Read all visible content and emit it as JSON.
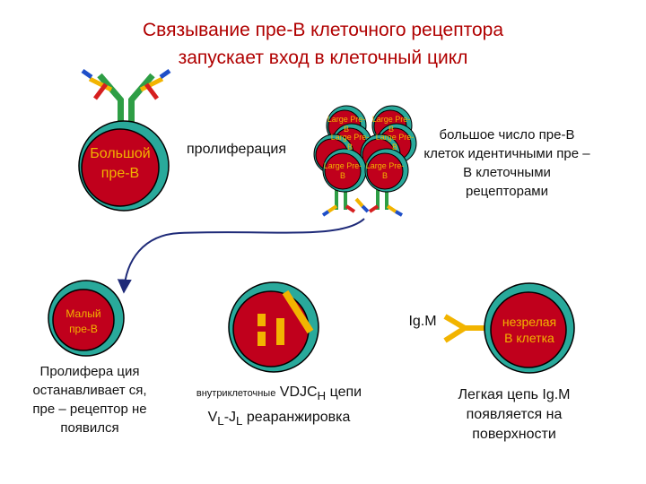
{
  "title": {
    "line1": "Связывание пре-В клеточного рецептора",
    "line2": "запускает вход в клеточный цикл"
  },
  "large_pre_b_cell": {
    "label_line1": "Большой",
    "label_line2": "пре-В"
  },
  "proliferation_label": "пролиферация",
  "cluster_cell_label": "Large Pre-B",
  "many_cells_text": "большое число пре-В клеток идентичными пре – В клеточными рецепторами",
  "small_pre_b_cell": {
    "label_line1": "Малый",
    "label_line2": "пре-В"
  },
  "stop_text": "Пролифера ция останавливает ся, пре – рецептор не появился",
  "rearrangement": {
    "intracellular": "внутриклеточные",
    "vdjc": "VDJC",
    "h_sub": "H",
    "chains": " цепи",
    "vl": "V",
    "l_sub1": "L",
    "dash_jl": "-J",
    "l_sub2": "L",
    "rearr": " реаранжировка"
  },
  "igm_label": "Ig.M",
  "immature_cell": {
    "label_line1": "незрелая",
    "label_line2": "В клетка"
  },
  "light_chain_text": "Легкая цепь Ig.M появляется на поверхности",
  "colors": {
    "title": "#b00000",
    "cell_outer": "#29a99b",
    "cell_inner": "#c0001c",
    "label_yellow": "#f2b400",
    "receptor_green": "#2e9e45",
    "receptor_yellow": "#f2b400",
    "receptor_red": "#d61f1f",
    "receptor_blue": "#1f4fc8",
    "arrow": "#1e2a78"
  }
}
